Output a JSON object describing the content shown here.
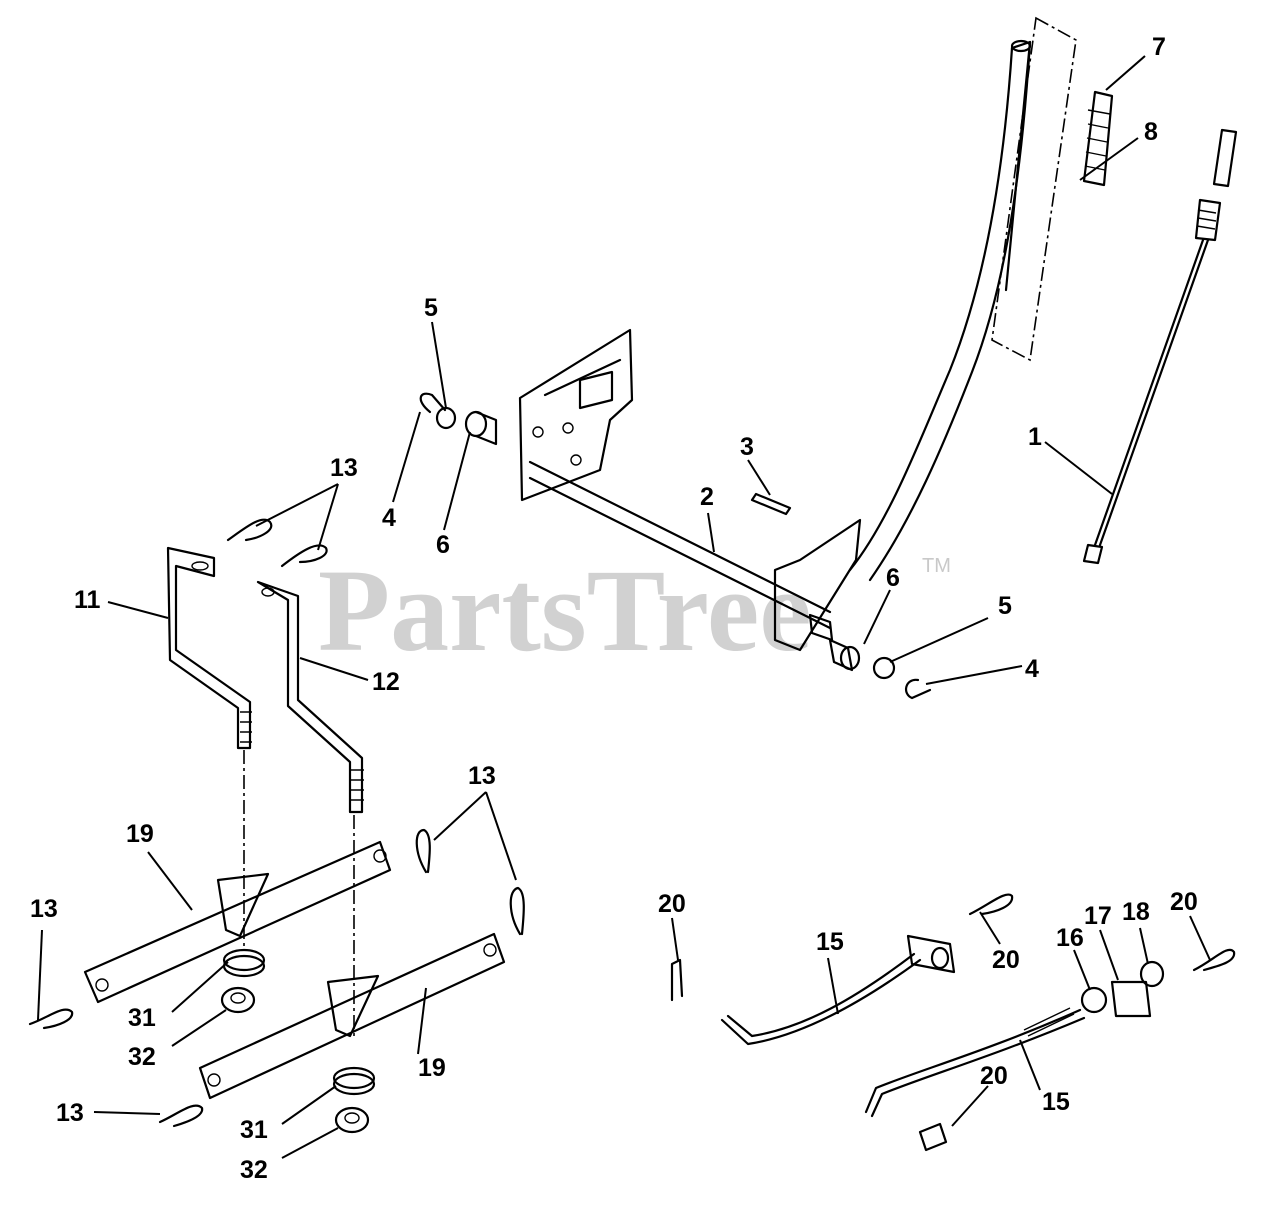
{
  "watermark": {
    "text": "PartsTree",
    "mark": "TM"
  },
  "callouts": {
    "c1": "1",
    "c2": "2",
    "c3": "3",
    "c4a": "4",
    "c4b": "4",
    "c5a": "5",
    "c5b": "5",
    "c6a": "6",
    "c6b": "6",
    "c7": "7",
    "c8": "8",
    "c11": "11",
    "c12": "12",
    "c13a": "13",
    "c13b": "13",
    "c13c": "13",
    "c13d": "13",
    "c15a": "15",
    "c15b": "15",
    "c16": "16",
    "c17": "17",
    "c18": "18",
    "c19a": "19",
    "c19b": "19",
    "c20a": "20",
    "c20b": "20",
    "c20c": "20",
    "c20d": "20",
    "c31a": "31",
    "c31b": "31",
    "c32a": "32",
    "c32b": "32"
  }
}
